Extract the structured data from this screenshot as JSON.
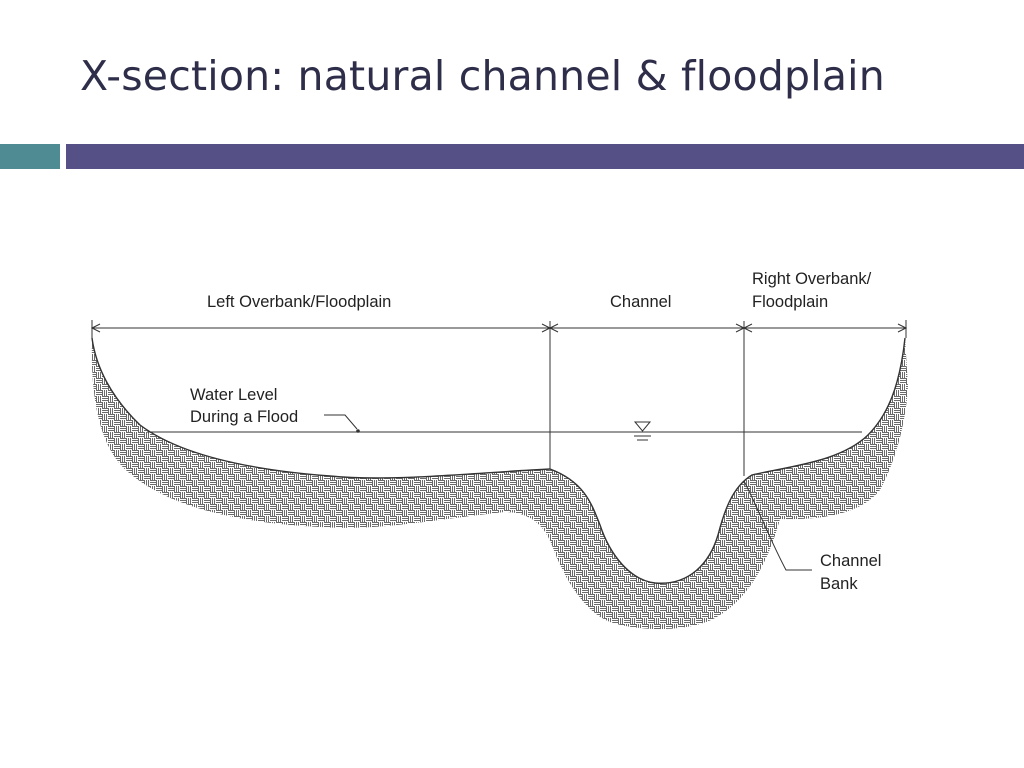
{
  "slide": {
    "title": "X-section: natural channel & floodplain"
  },
  "diagram": {
    "labels": {
      "left_overbank": "Left Overbank/Floodplain",
      "channel": "Channel",
      "right_overbank_line1": "Right Overbank/",
      "right_overbank_line2": "Floodplain",
      "water_level_line1": "Water Level",
      "water_level_line2": "During a Flood",
      "channel_bank_line1": "Channel",
      "channel_bank_line2": "Bank"
    },
    "icons": {
      "water_surface": "water-surface-triangle-icon"
    },
    "colors": {
      "title_text": "#2e2e4a",
      "accent_bar": "#4f8b92",
      "main_bar": "#555187",
      "line": "#333333",
      "hatch": "#555555"
    }
  }
}
